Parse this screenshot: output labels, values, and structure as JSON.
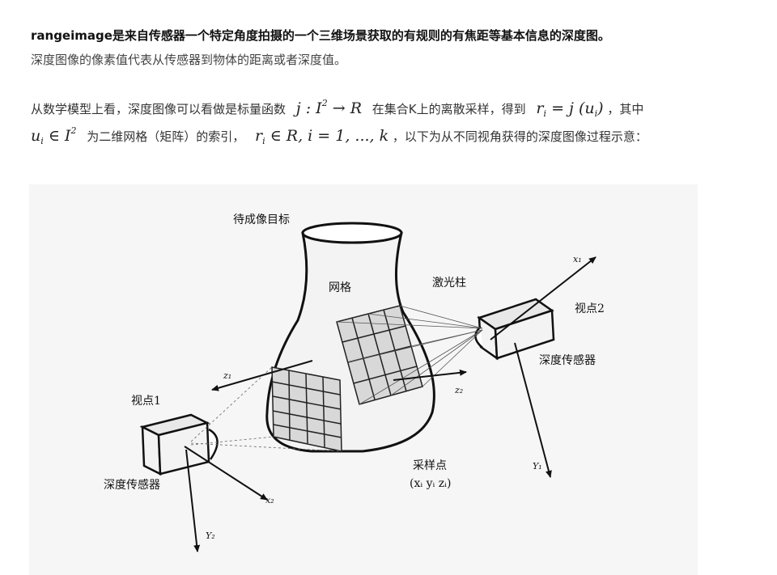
{
  "text": {
    "line1": "rangeimage是来自传感器一个特定角度拍摄的一个三维场景获取的有规则的有焦距等基本信息的深度图。",
    "line2": "深度图像的像素值代表从传感器到物体的距离或者深度值。",
    "line3_a": "从数学模型上看，深度图像可以看做是标量函数",
    "line3_math1": "j : I",
    "line3_sup": "2",
    "line3_math2": "→ R",
    "line3_b": "在集合K上的离散采样，得到",
    "line3_math3": "r",
    "line3_sub1": "i",
    "line3_math4": "= j (u",
    "line3_sub2": "i",
    "line3_math5": ")",
    "line3_c": "，其中",
    "line4_math1": "u",
    "line4_sub1": "i",
    "line4_math2": "∈ I",
    "line4_sup": "2",
    "line4_a": "为二维网格（矩阵）的索引，",
    "line4_math3": "r",
    "line4_sub2": "i",
    "line4_math4": "∈ R, i = 1, ..., k",
    "line4_b": "，以下为从不同视角获得的深度图像过程示意："
  },
  "figure": {
    "label_target": "待成像目标",
    "label_grid": "网格",
    "label_laser": "激光柱",
    "label_view1": "视点1",
    "label_view2": "视点2",
    "label_sensor1": "深度传感器",
    "label_sensor2": "深度传感器",
    "label_sample": "采样点",
    "label_sample_coord": "(xᵢ yᵢ zᵢ)",
    "axis_x1": "x₁",
    "axis_z1": "z₁",
    "axis_z2": "z₂",
    "axis_y1": "Y₁",
    "axis_x2": "x₂",
    "axis_y2": "Y₂"
  }
}
